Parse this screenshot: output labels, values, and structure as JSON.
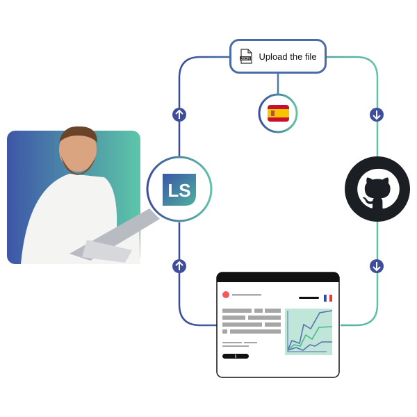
{
  "upload": {
    "label": "Upload the file",
    "icon_text": "JSON"
  },
  "logo": {
    "text": "LS"
  },
  "colors": {
    "blue": "#3b4c9e",
    "teal": "#5fc3a5",
    "arrow": "#3e4e9c",
    "github": "#1b1f23",
    "red_dot": "#f05a5a"
  },
  "icons": [
    "json-file-icon",
    "spain-flag-icon",
    "france-flag-icon",
    "github-icon",
    "arrow-up-icon",
    "arrow-down-icon"
  ]
}
